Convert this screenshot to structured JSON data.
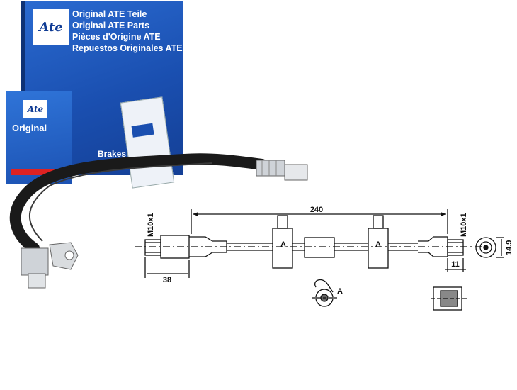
{
  "box_large": {
    "logo": "Ate",
    "lines": [
      "Original ATE Teile",
      "Original ATE Parts",
      "Pièces d'Origine ATE",
      "Repuestos Originales ATE"
    ],
    "footer": "Brakes • Frei"
  },
  "box_small": {
    "logo": "Ate",
    "label": "Original"
  },
  "drawing": {
    "length": "240",
    "thread_left": "M10x1",
    "thread_right": "M10x1",
    "end_length": "38",
    "flange_width": "11",
    "height": "14.9",
    "section_label": "A",
    "detail_label": "A"
  }
}
